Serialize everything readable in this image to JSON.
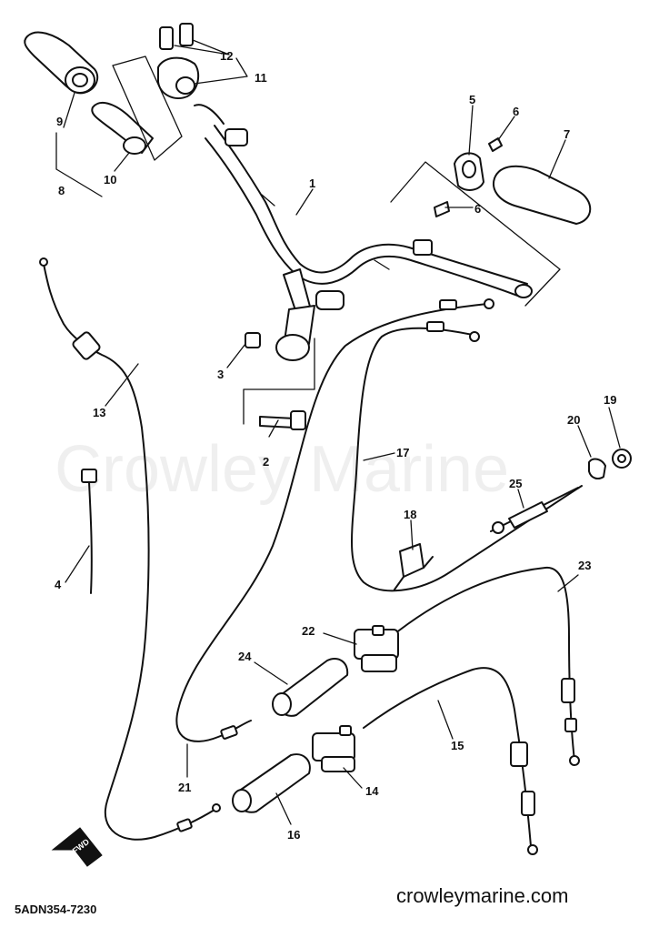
{
  "watermark": "Crowley Marine",
  "footer": {
    "code": "5ADN354-7230",
    "url": "crowleymarine.com"
  },
  "arrow_label": "FWD",
  "callouts": [
    {
      "id": "c1",
      "label": "1"
    },
    {
      "id": "c2",
      "label": "2"
    },
    {
      "id": "c3",
      "label": "3"
    },
    {
      "id": "c4",
      "label": "4"
    },
    {
      "id": "c5",
      "label": "5"
    },
    {
      "id": "c6a",
      "label": "6"
    },
    {
      "id": "c6b",
      "label": "6"
    },
    {
      "id": "c7",
      "label": "7"
    },
    {
      "id": "c8",
      "label": "8"
    },
    {
      "id": "c9",
      "label": "9"
    },
    {
      "id": "c10",
      "label": "10"
    },
    {
      "id": "c11",
      "label": "11"
    },
    {
      "id": "c12",
      "label": "12"
    },
    {
      "id": "c13",
      "label": "13"
    },
    {
      "id": "c14",
      "label": "14"
    },
    {
      "id": "c15",
      "label": "15"
    },
    {
      "id": "c16",
      "label": "16"
    },
    {
      "id": "c17",
      "label": "17"
    },
    {
      "id": "c18",
      "label": "18"
    },
    {
      "id": "c19",
      "label": "19"
    },
    {
      "id": "c20",
      "label": "20"
    },
    {
      "id": "c21",
      "label": "21"
    },
    {
      "id": "c22",
      "label": "22"
    },
    {
      "id": "c23",
      "label": "23"
    },
    {
      "id": "c24",
      "label": "24"
    },
    {
      "id": "c25",
      "label": "25"
    }
  ]
}
